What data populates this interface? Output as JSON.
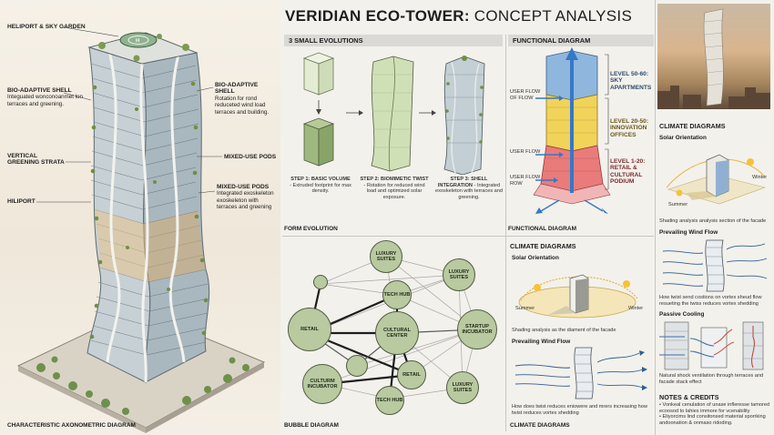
{
  "title": {
    "bold": "VERIDIAN ECO-TOWER:",
    "rest": " CONCEPT ANALYSIS"
  },
  "left_labels": {
    "heliport_sky_garden": "HELIPORT & SKY GARDEN",
    "bio_shell_left_title": "BIO-ADAPTIVE SHELL",
    "bio_shell_left_text": "Integuated wonconoanmet lon terraces and greening.",
    "vertical_greening": "VERTICAL GREENING STRATA",
    "hiliport": "HILIPORT",
    "bio_shell_right_title": "BIO-ADAPTIVE SHELL",
    "bio_shell_right_text": "Rotation for rond reduceted wind load terraces and building.",
    "mixed_pods_1": "MIXED-USE PODS",
    "mixed_pods_2_title": "MIXED-USE PODS",
    "mixed_pods_2_text": "Integrated exoskeleton exoskeleton with terraces and greening",
    "caption": "CHARACTERISTIC AXONOMETRIC DIAGRAM"
  },
  "evolutions": {
    "header": "3 SMALL EVOLUTIONS",
    "step1_title": "STEP 1: BASIC VOLUME",
    "step1_text": " - Extruded footprint for max density.",
    "step2_title": "STEP 2: BIOMIMETIC TWIST",
    "step2_text": " - Rotation for reduced wind load and optimized solar exposure.",
    "step3_title": "STEP 3: SHELL INTEGRATION",
    "step3_text": " - Integrated exoskeleton with terraces and greening.",
    "caption": "FORM EVOLUTION"
  },
  "functional": {
    "header": "FUNCTIONAL DIAGRAM",
    "flow_top": "USER FLOW OF FLOW",
    "flow_mid": "USER FLOW",
    "flow_bottom": "USER FLOW ROW",
    "level_top": "LEVEL 50-60: SKY APARTMENTS",
    "level_mid": "LEVEL 20-50: INNOVATION OFFICES",
    "level_bottom": "LEVEL 1-20: RETAIL & CULTURAL PODIUM",
    "caption": "FUNCTIONAL DIAGRAM",
    "colors": {
      "top": "#8fb6dd",
      "mid": "#f1d35a",
      "bottom": "#e97b7b"
    }
  },
  "bubble": {
    "caption": "BUBBLE DIAGRAM",
    "nodes": {
      "luxury_top": "LUXURY SUITES",
      "luxury_right": "LUXURY SUITES",
      "tech_hub_top": "TECH HUB",
      "retail_left": "RETAIL",
      "cultural_center": "CULTURAL CENTER",
      "startup": "STARTUP INCUBATOR",
      "retail_mid": "RETAIL",
      "culturm": "CULTURM INCUBATOR",
      "tech_hub_bottom": "TECH HUB",
      "luxury_bottom": "LUXURY SUITES"
    }
  },
  "climate_mid": {
    "header": "CLIMATE DIAGRAMS",
    "solar_title": "Solar Orientation",
    "summer": "Summer",
    "winter": "Winter",
    "shading_text": "Shading analysis as the diament of the facade",
    "wind_title": "Prevailing Wind Flow",
    "wind_text": "How does twist reduces eniowere and mrers increasing how twist reduces vortex shedding",
    "caption": "CLIMATE DIAGRAMS"
  },
  "climate_right": {
    "header": "CLIMATE DIAGRAMS",
    "solar_title": "Solar Orientation",
    "winter": "Winter",
    "summer": "Summer",
    "shading_text": "Shading analysis analysis section of the facade",
    "wind_title": "Prevailing Wind Flow",
    "wind_text": "How twist send costions on vortex sheud flow resueting the twiss reduces vortex shedding",
    "cooling_title": "Passive Cooling",
    "cooling_text": "Natural shock ventilation through terraces and facade stack effect"
  },
  "notes": {
    "header": "NOTES & CREDITS",
    "item1": "Vonkeal cenulation of unase infleresse tamored ecoosod to lahies immore for vcenability",
    "item2": "Eliyorcims lind consitonsed material sporrking andoonation & onmaso ridoding."
  }
}
